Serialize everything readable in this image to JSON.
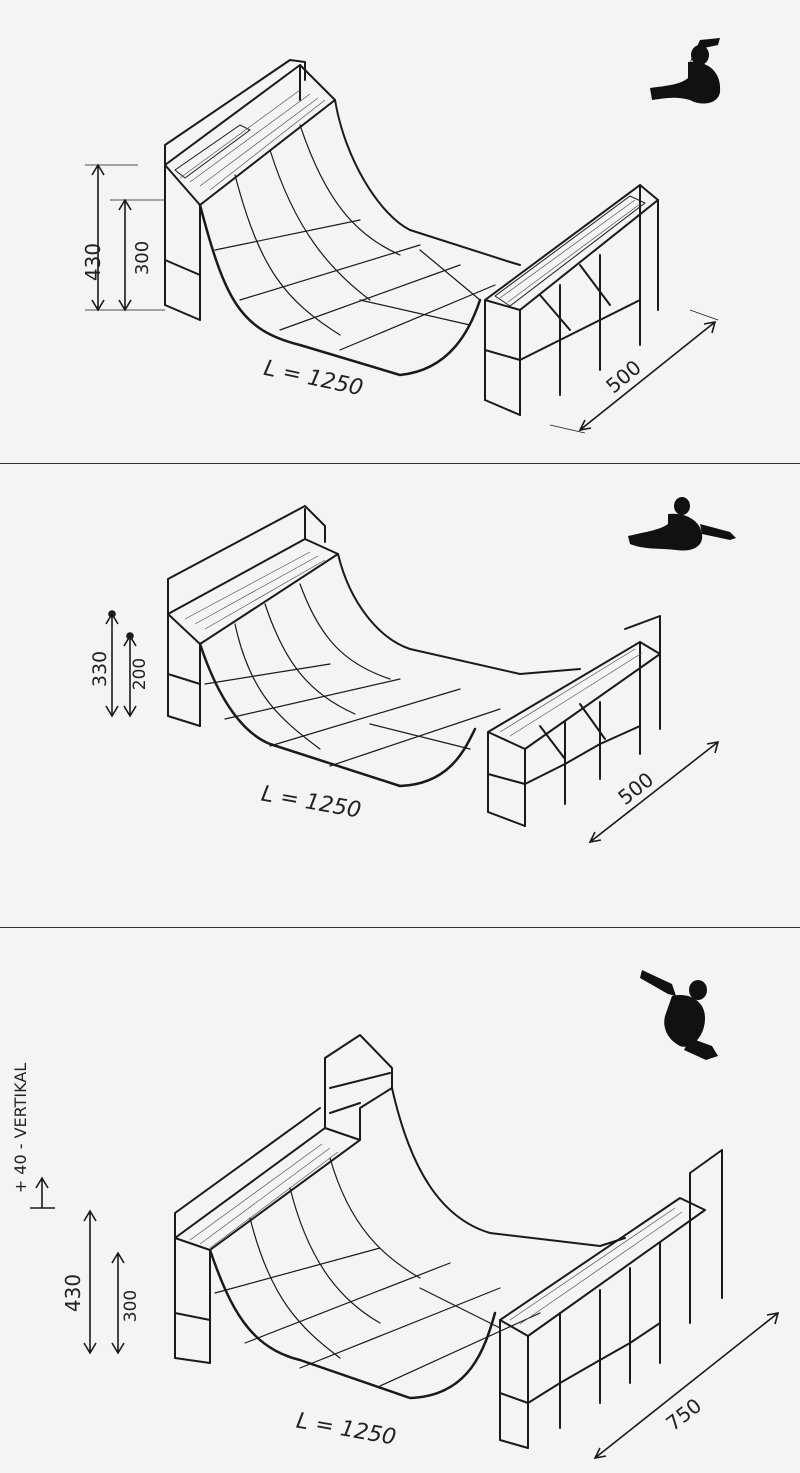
{
  "ramps": [
    {
      "height_total": "430",
      "height_transition": "300",
      "length_label": "L = 1250",
      "width_label": "500"
    },
    {
      "height_total": "330",
      "height_transition": "200",
      "length_label": "L = 1250",
      "width_label": "500"
    },
    {
      "height_total": "430",
      "height_transition": "300",
      "length_label": "L = 1250",
      "width_label": "750",
      "extension_label": "+ 40 - VERTIKAL"
    }
  ],
  "icons": {
    "figure": "skateboarder-silhouette-icon"
  }
}
